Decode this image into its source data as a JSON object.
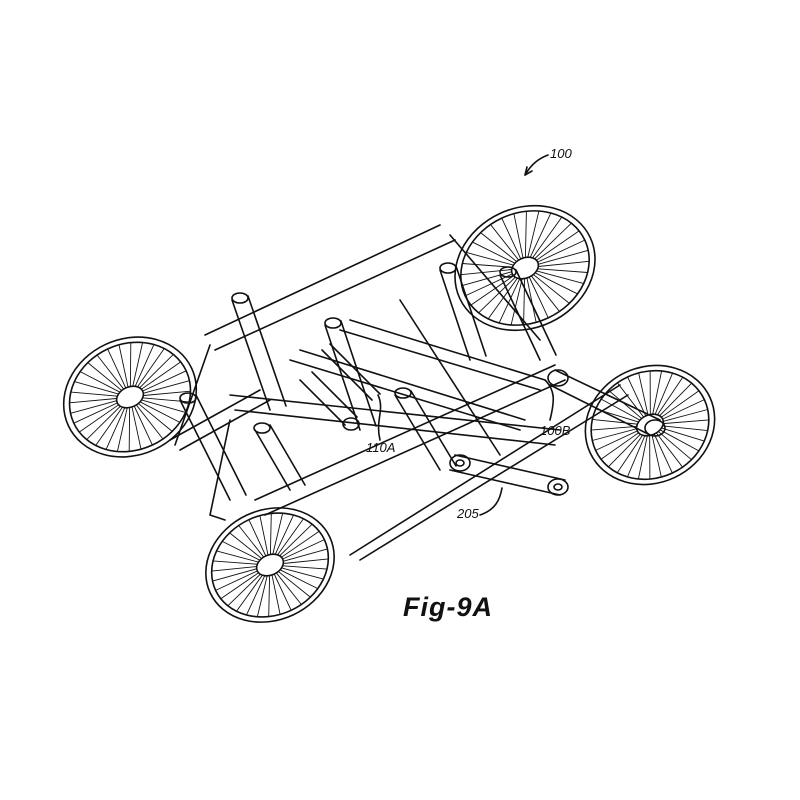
{
  "figure": {
    "title": "Fig-9A",
    "reference_labels": {
      "assembly": "100",
      "part_110a": "110A",
      "part_100b": "100B",
      "link": "205"
    }
  },
  "colors": {
    "line": "#111111",
    "background": "#ffffff"
  }
}
